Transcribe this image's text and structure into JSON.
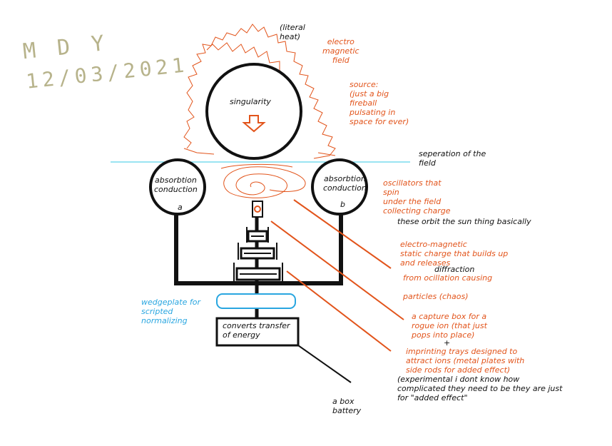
{
  "signature": {
    "initials": "M D Y",
    "date": "12/03/2021"
  },
  "diagram": {
    "fire_note": "(literal\nheat)",
    "field_label": "electro\nmagnetic\nfield",
    "source_label": "source:\n(just a big\nfireball\npulsating in\nspace for ever)",
    "singularity": "singularity",
    "separation": "seperation of the\nfield",
    "absorber_a": {
      "label": "absorbtion\nconduction",
      "letter": "a"
    },
    "absorber_b": {
      "label": "absorbtion\nconduction",
      "letter": "b"
    },
    "oscillators": "oscillators that\nspin\nunder the field\ncollecting charge",
    "orbit_note": "these orbit the sun thing basically",
    "em_static": "electro-magnetic\nstatic charge that builds up\nand releases",
    "diffraction": "diffraction",
    "from_oscillation": "from ocillation causing",
    "particles": "particles (chaos)",
    "capture_box": "a capture box for a\nrogue ion (that just\npops into place)",
    "plus": "+",
    "imprinting": "imprinting trays designed to\nattract ions (metal plates with\nside rods for added effect)",
    "experimental": "(experimental i dont know how\ncomplicated they need to be they are just\nfor \"added effect\"",
    "wedgeplate": "wedgeplate for\nscripted\nnormalizing",
    "converter": "converts transfer\nof energy",
    "battery": "a box\nbattery"
  },
  "colors": {
    "ink": "#111111",
    "orange": "#e2541b",
    "blue": "#29a6e0",
    "cyan": "#35c9e6",
    "signature": "#b7b38b"
  }
}
